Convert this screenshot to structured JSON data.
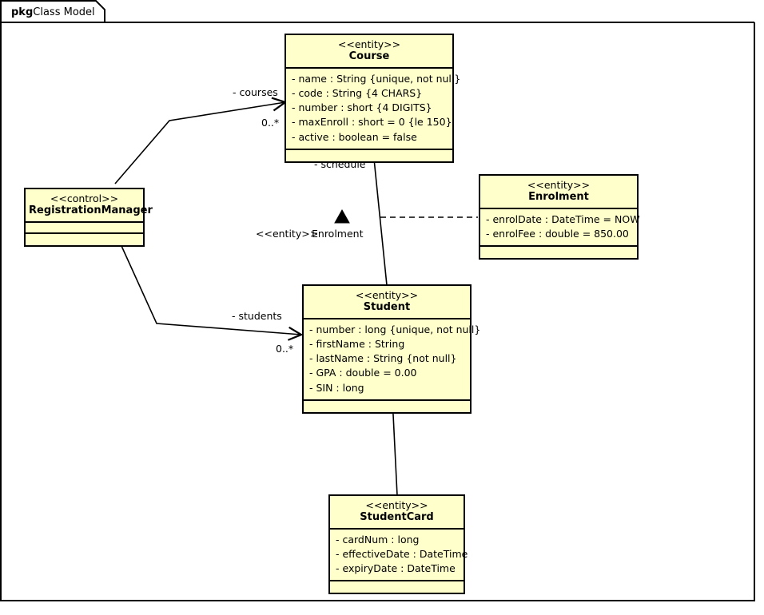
{
  "package": {
    "keyword": "pkg",
    "name": "Class Model"
  },
  "classes": {
    "registration_manager": {
      "stereotype": "<<control>>",
      "name": "RegistrationManager",
      "attributes": [],
      "operations": []
    },
    "course": {
      "stereotype": "<<entity>>",
      "name": "Course",
      "attributes": [
        "- name : String {unique, not null}",
        "- code : String {4 CHARS}",
        "- number : short {4 DIGITS}",
        "- maxEnroll : short = 0 {le 150}",
        "- active : boolean = false"
      ],
      "operations": []
    },
    "student": {
      "stereotype": "<<entity>>",
      "name": "Student",
      "attributes": [
        "- number : long {unique, not null}",
        "- firstName : String",
        "- lastName : String {not null}",
        "- GPA : double = 0.00",
        "- SIN : long"
      ],
      "operations": []
    },
    "enrolment": {
      "stereotype": "<<entity>>",
      "name": "Enrolment",
      "attributes": [
        "- enrolDate : DateTime = NOW",
        "- enrolFee : double = 850.00"
      ],
      "operations": []
    },
    "student_card": {
      "stereotype": "<<entity>>",
      "name": "StudentCard",
      "attributes": [
        "- cardNum : long",
        "- effectiveDate : DateTime",
        "- expiryDate : DateTime"
      ],
      "operations": []
    }
  },
  "associations": {
    "manager_courses": {
      "role_label": "- courses",
      "multiplicity": "0..*"
    },
    "manager_students": {
      "role_label": "- students",
      "multiplicity": "0..*"
    },
    "course_student": {
      "role_label": "- schedule",
      "assoc_class_stereotype": "<<entity>>",
      "assoc_class_name": "Enrolment"
    }
  },
  "colors": {
    "class_fill": "#FFFFCC",
    "line": "#000000",
    "shadow": "#C8C8B4",
    "canvas": "#FFFFFF"
  }
}
